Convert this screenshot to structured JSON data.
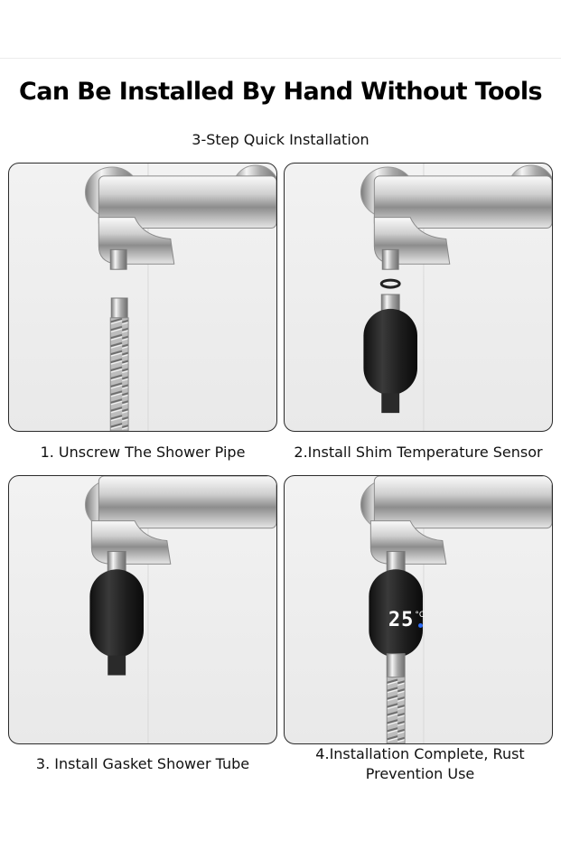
{
  "title": "Can Be Installed By Hand Without Tools",
  "subtitle": "3-Step Quick Installation",
  "steps": [
    {
      "caption": "1. Unscrew The Shower Pipe"
    },
    {
      "caption": "2.Install Shim Temperature Sensor"
    },
    {
      "caption": "3. Install Gasket Shower Tube"
    },
    {
      "caption": "4.Installation Complete, Rust Prevention Use"
    }
  ],
  "display": {
    "temperature": "25",
    "unit": "°C"
  },
  "colors": {
    "panel_border": "#2b2b2b",
    "sensor_body": "#1b1b1b",
    "display_text": "#ffffff",
    "display_accent": "#2f6df6"
  }
}
